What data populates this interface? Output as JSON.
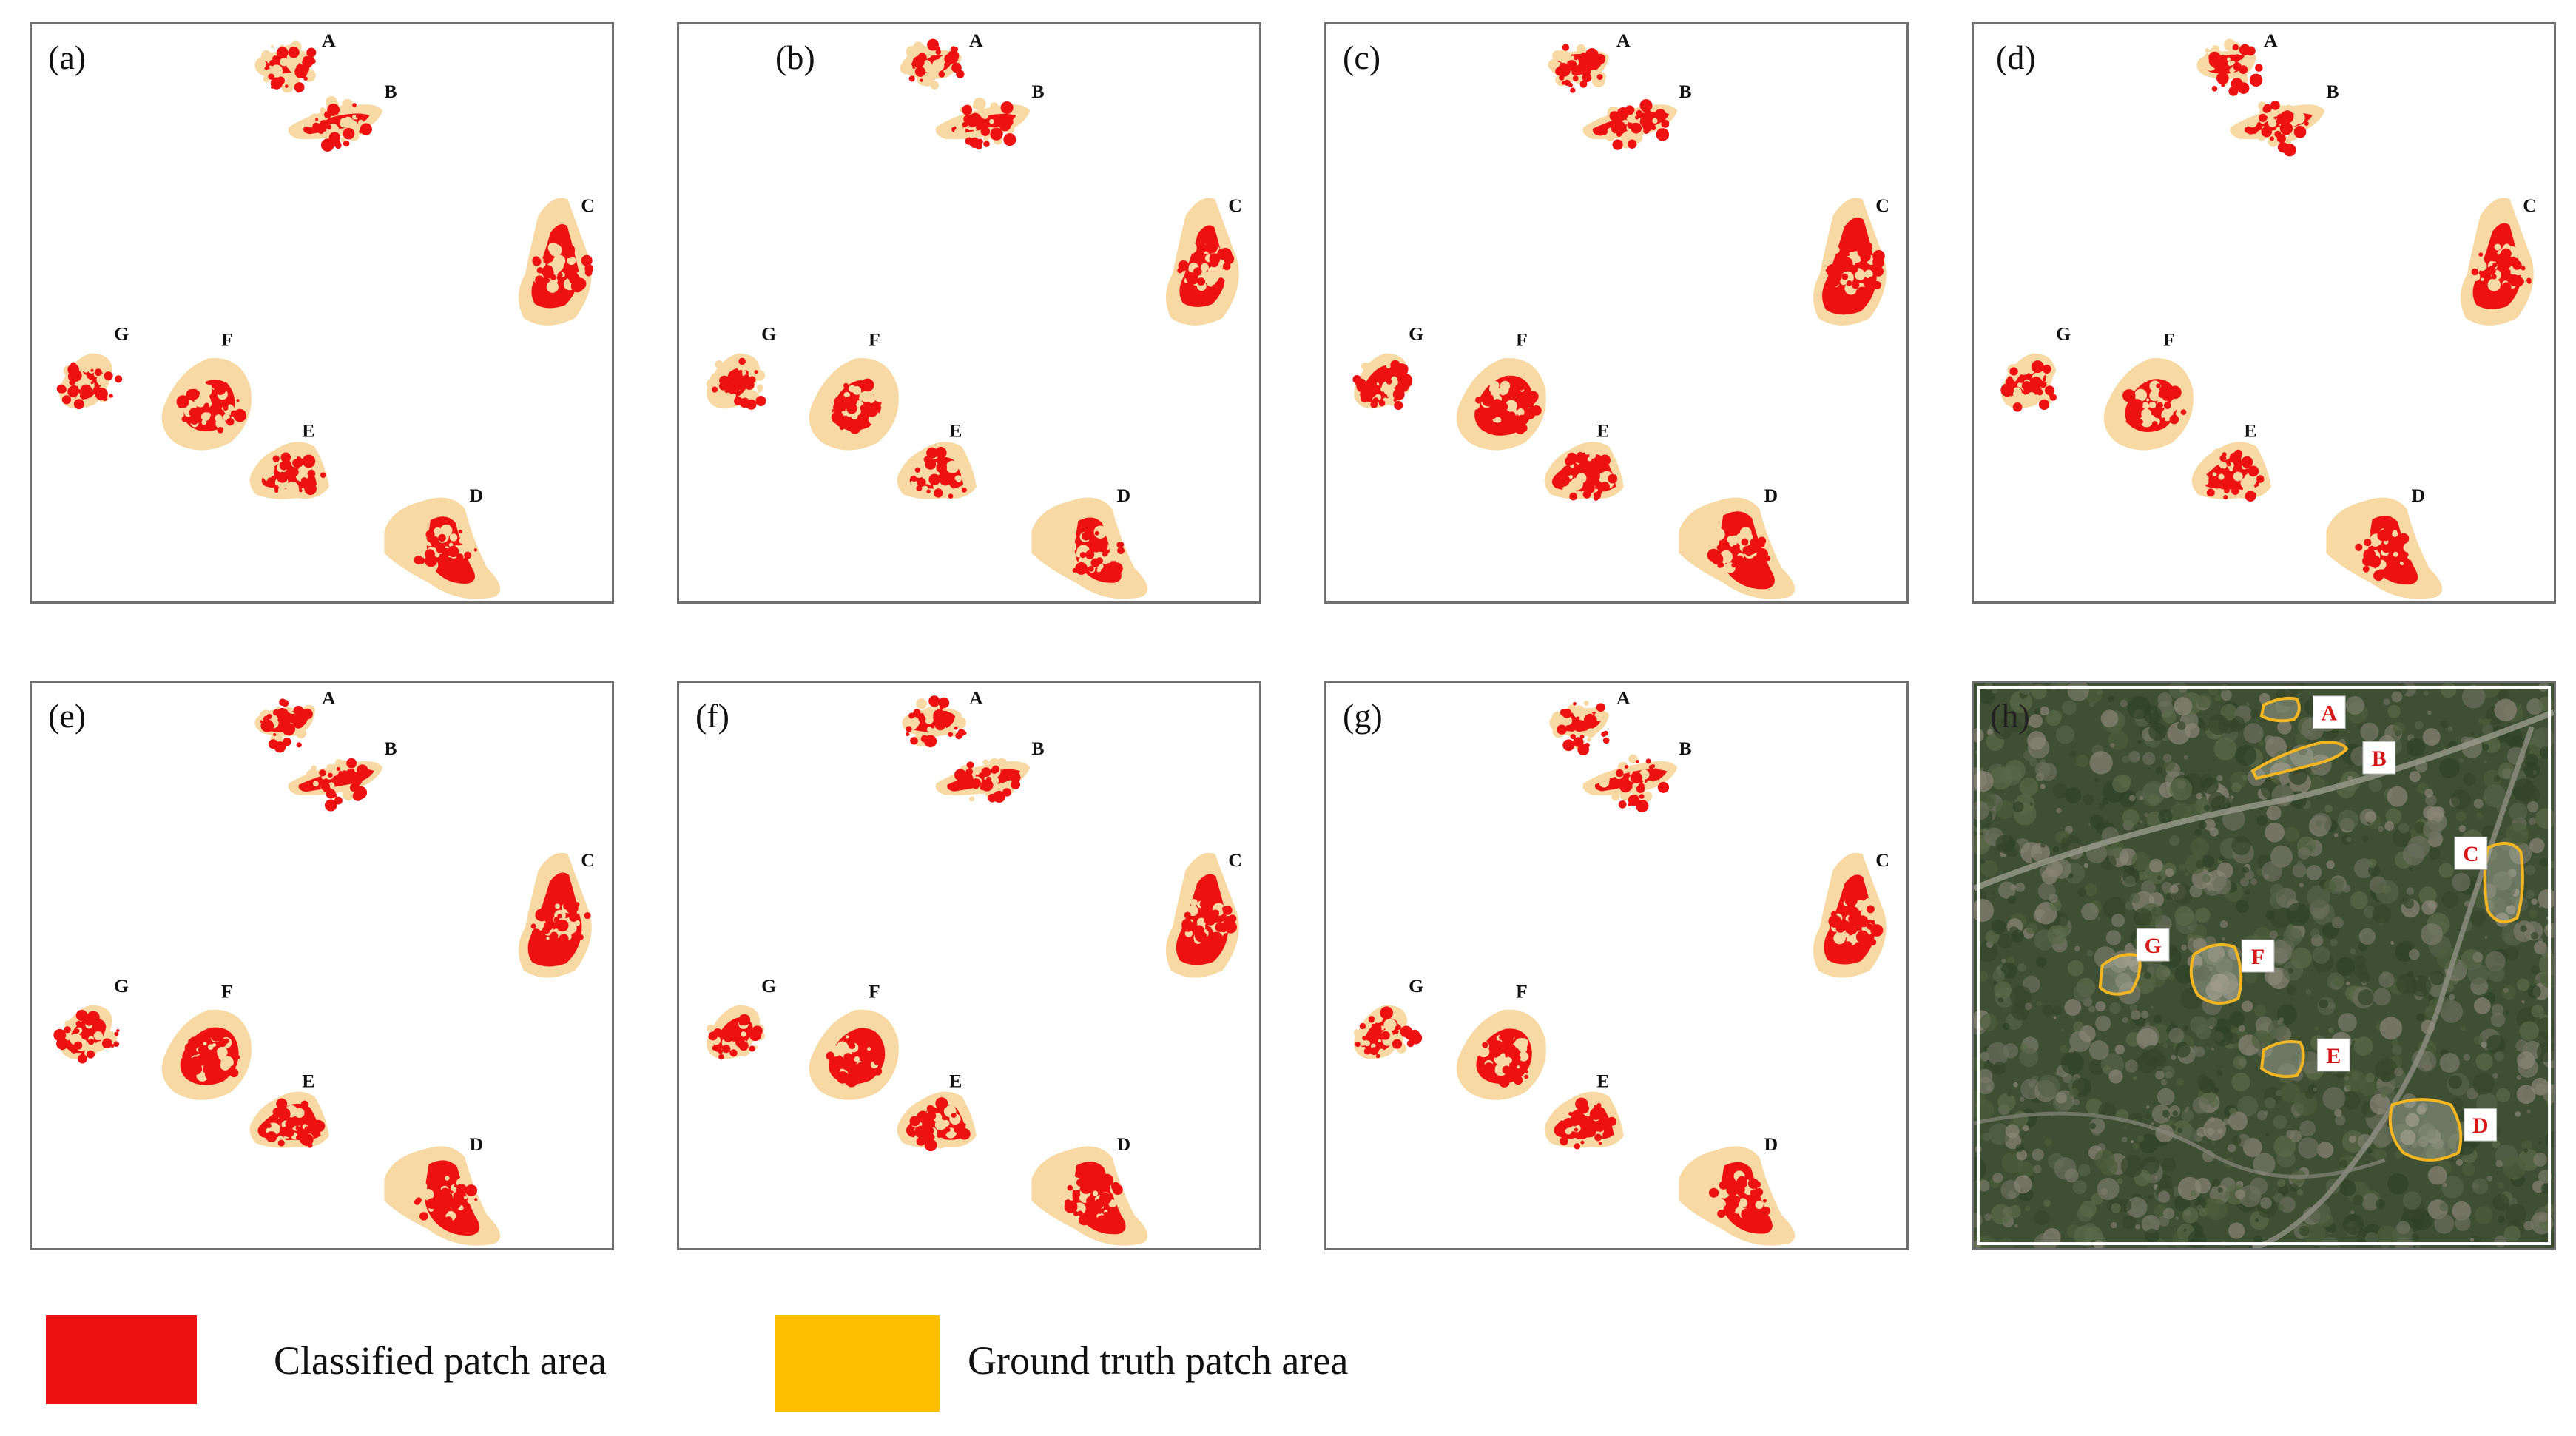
{
  "colors": {
    "classified": "#ee1111",
    "ground_truth": "#f8d9a4",
    "ground_truth_outline": "#f2b622",
    "legend_ground_truth": "#ffbf00",
    "label_red": "#d81818"
  },
  "site_labels": [
    "A",
    "B",
    "C",
    "D",
    "E",
    "F",
    "G"
  ],
  "panels": [
    {
      "label": "(a)"
    },
    {
      "label": "(b)"
    },
    {
      "label": "(c)"
    },
    {
      "label": "(d)"
    },
    {
      "label": "(e)"
    },
    {
      "label": "(f)"
    },
    {
      "label": "(g)"
    },
    {
      "label": "(h)"
    }
  ],
  "legend": {
    "classified_label": "Classified patch area",
    "ground_truth_label": "Ground truth patch area"
  }
}
